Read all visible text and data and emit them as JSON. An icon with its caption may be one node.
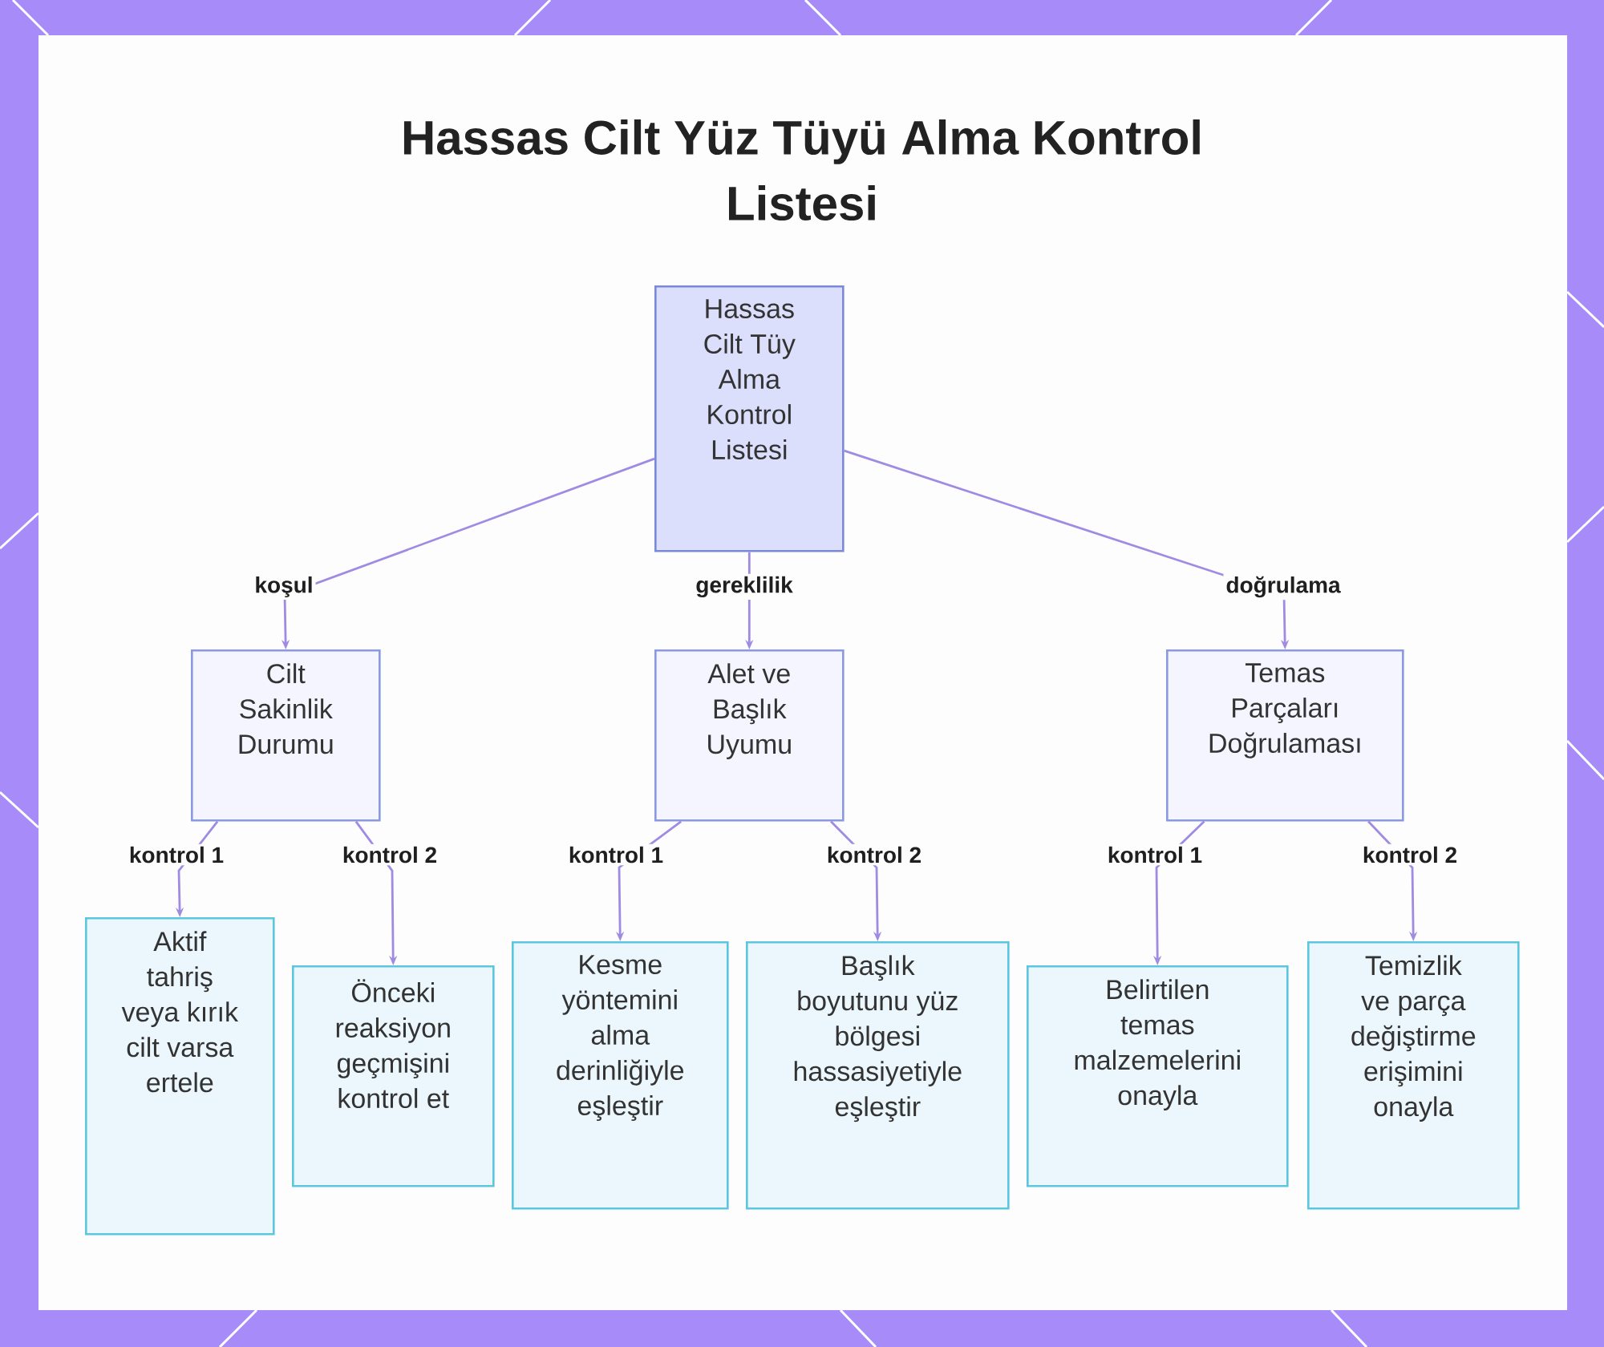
{
  "diagram": {
    "title": "Hassas Cilt Yüz Tüyü Alma Kontrol Listesi",
    "nodes": [
      {
        "text": [
          "Hassas Cilt Tüy Alma Kontrol Listesi"
        ]
      },
      {
        "text": [
          "Cilt Sakinlik Durumu"
        ]
      },
      {
        "text": [
          "Alet ve Başlık Uyumu"
        ]
      },
      {
        "text": [
          "Temas Parçaları Doğrulaması"
        ]
      },
      {
        "text": [
          "Aktif tahriş veya kırık cilt varsa ertele"
        ]
      },
      {
        "text": [
          "Önceki reaksiyon geçmişini kontrol et"
        ]
      },
      {
        "text": [
          "Kesme yöntemini alma derinliğiyle eşleştir"
        ]
      },
      {
        "text": [
          "Başlık boyutunu yüz bölgesi hassasiyetiyle eşleştir"
        ]
      },
      {
        "text": [
          "Belirtilen temas malzemelerini onayla"
        ]
      },
      {
        "text": [
          "Temizlik ve parça değiştirme erişimini onayla"
        ]
      }
    ],
    "edges": [
      {
        "from": 0,
        "to": 1,
        "arrow": "to",
        "label": "koşul"
      },
      {
        "from": 0,
        "to": 2,
        "arrow": "to",
        "label": "gereklilik"
      },
      {
        "from": 0,
        "to": 3,
        "arrow": "to",
        "label": "doğrulama"
      },
      {
        "from": 1,
        "to": 4,
        "arrow": "to",
        "label": "kontrol 1"
      },
      {
        "from": 1,
        "to": 5,
        "arrow": "to",
        "label": "kontrol 2"
      },
      {
        "from": 2,
        "to": 6,
        "arrow": "to",
        "label": "kontrol 1"
      },
      {
        "from": 2,
        "to": 7,
        "arrow": "to",
        "label": "kontrol 2"
      },
      {
        "from": 3,
        "to": 8,
        "arrow": "to",
        "label": "kontrol 1"
      },
      {
        "from": 3,
        "to": 9,
        "arrow": "to",
        "label": "kontrol 2"
      }
    ]
  }
}
